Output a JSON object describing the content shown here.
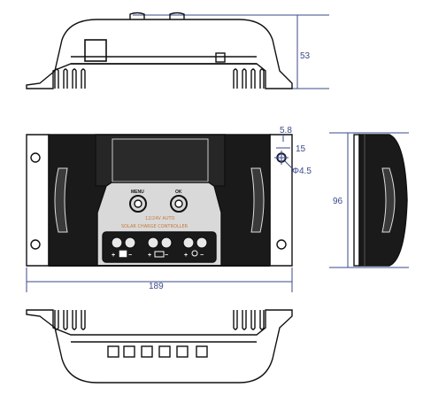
{
  "dimensions": {
    "height_top": "53",
    "offset_small": "5.8",
    "offset_hole": "15",
    "hole_diameter": "Φ4.5",
    "height_side": "96",
    "width_front": "189"
  },
  "panel": {
    "menu_label": "MENU",
    "ok_label": "OK",
    "model_text": "12/24V AUTO",
    "subtitle_text": "SOLAR CHARGE CONTROLLER"
  },
  "terminals": {
    "solar_plus": "+",
    "solar_minus": "−",
    "battery_plus": "+",
    "battery_minus": "−",
    "load_plus": "+",
    "load_minus": "−"
  },
  "colors": {
    "outline": "#111111",
    "dimension_line": "#3a4a8a",
    "label_orange": "#c87a3a"
  }
}
